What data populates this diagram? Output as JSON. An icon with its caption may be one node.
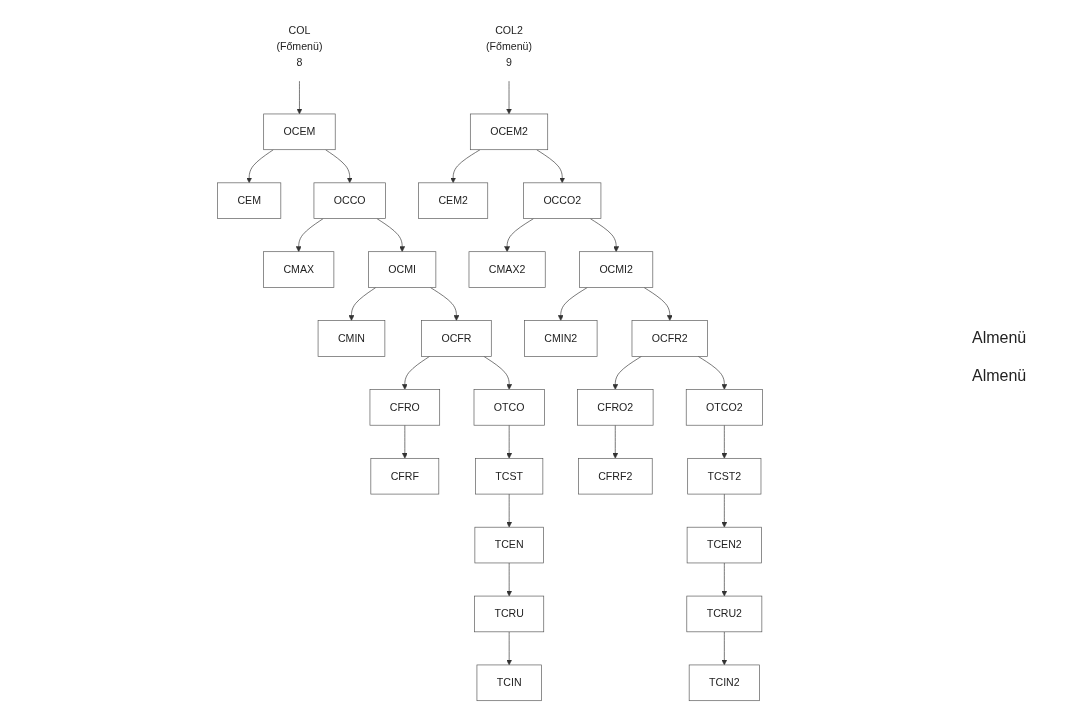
{
  "diagram": {
    "nodes": [
      {
        "text": [
          "COL",
          "(Főmenü)",
          "8"
        ]
      },
      {
        "text": [
          "OCEM"
        ]
      },
      {
        "text": [
          "CEM"
        ]
      },
      {
        "text": [
          "OCCO"
        ]
      },
      {
        "text": [
          "CMAX"
        ]
      },
      {
        "text": [
          "OCMI"
        ]
      },
      {
        "text": [
          "CMIN"
        ]
      },
      {
        "text": [
          "OCFR"
        ]
      },
      {
        "text": [
          "CFRO"
        ]
      },
      {
        "text": [
          "CFRF"
        ]
      },
      {
        "text": [
          "OTCO"
        ]
      },
      {
        "text": [
          "TCST"
        ]
      },
      {
        "text": [
          "TCEN"
        ]
      },
      {
        "text": [
          "TCRU"
        ]
      },
      {
        "text": [
          "TCIN"
        ]
      },
      {
        "text": [
          "COL2",
          "(Főmenü)",
          "9"
        ]
      },
      {
        "text": [
          "OCEM2"
        ]
      },
      {
        "text": [
          "CEM2"
        ]
      },
      {
        "text": [
          "OCCO2"
        ]
      },
      {
        "text": [
          "CMAX2"
        ]
      },
      {
        "text": [
          "OCMI2"
        ]
      },
      {
        "text": [
          "CMIN2"
        ]
      },
      {
        "text": [
          "OCFR2"
        ]
      },
      {
        "text": [
          "CFRO2"
        ]
      },
      {
        "text": [
          "CFRF2"
        ]
      },
      {
        "text": [
          "OTCO2"
        ]
      },
      {
        "text": [
          "TCST2"
        ]
      },
      {
        "text": [
          "TCEN2"
        ]
      },
      {
        "text": [
          "TCRU2"
        ]
      },
      {
        "text": [
          "TCIN2"
        ]
      }
    ],
    "edges": [
      {
        "from": 0,
        "to": 1,
        "arrow": "to"
      },
      {
        "from": 1,
        "to": 2,
        "arrow": "to"
      },
      {
        "from": 1,
        "to": 3,
        "arrow": "to"
      },
      {
        "from": 3,
        "to": 4,
        "arrow": "to"
      },
      {
        "from": 3,
        "to": 5,
        "arrow": "to"
      },
      {
        "from": 5,
        "to": 6,
        "arrow": "to"
      },
      {
        "from": 5,
        "to": 7,
        "arrow": "to"
      },
      {
        "from": 7,
        "to": 8,
        "arrow": "to"
      },
      {
        "from": 8,
        "to": 9,
        "arrow": "to"
      },
      {
        "from": 7,
        "to": 10,
        "arrow": "to"
      },
      {
        "from": 10,
        "to": 11,
        "arrow": "to"
      },
      {
        "from": 11,
        "to": 12,
        "arrow": "to"
      },
      {
        "from": 12,
        "to": 13,
        "arrow": "to"
      },
      {
        "from": 13,
        "to": 14,
        "arrow": "to"
      },
      {
        "from": 15,
        "to": 16,
        "arrow": "to"
      },
      {
        "from": 16,
        "to": 17,
        "arrow": "to"
      },
      {
        "from": 16,
        "to": 18,
        "arrow": "to"
      },
      {
        "from": 18,
        "to": 19,
        "arrow": "to"
      },
      {
        "from": 18,
        "to": 20,
        "arrow": "to"
      },
      {
        "from": 20,
        "to": 21,
        "arrow": "to"
      },
      {
        "from": 20,
        "to": 22,
        "arrow": "to"
      },
      {
        "from": 22,
        "to": 23,
        "arrow": "to"
      },
      {
        "from": 23,
        "to": 24,
        "arrow": "to"
      },
      {
        "from": 22,
        "to": 25,
        "arrow": "to"
      },
      {
        "from": 25,
        "to": 26,
        "arrow": "to"
      },
      {
        "from": 26,
        "to": 27,
        "arrow": "to"
      },
      {
        "from": 27,
        "to": 28,
        "arrow": "to"
      },
      {
        "from": 28,
        "to": 29,
        "arrow": "to"
      }
    ],
    "labels": [
      "Almenü",
      "Almenü"
    ]
  }
}
